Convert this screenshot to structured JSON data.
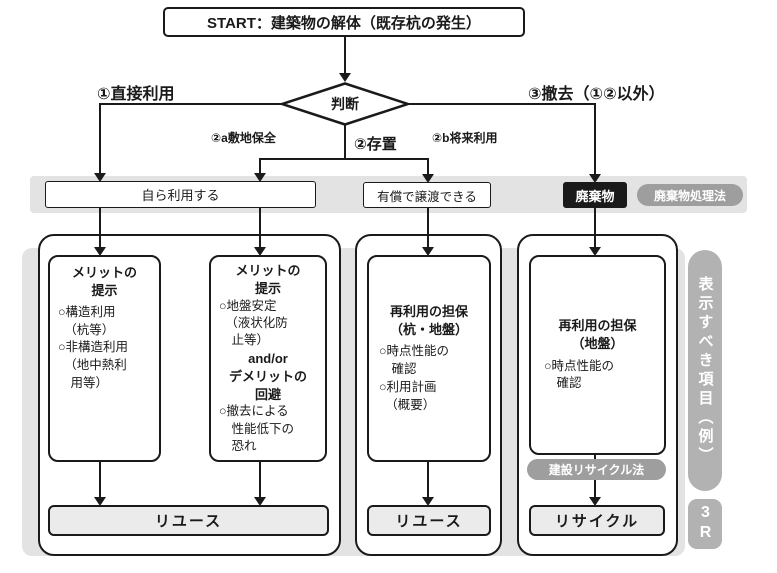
{
  "colors": {
    "ink": "#1a1a1a",
    "bg_gray": "#e3e3e3",
    "pill_gray": "#9e9e9e",
    "strip_gray": "#b2b2b2",
    "result_fill": "#ebebeb"
  },
  "flow": {
    "start": "START：建築物の解体（既存杭の発生）",
    "decision": "判断",
    "branch1": "①直接利用",
    "branch2": "②存置",
    "branch2a": "②a敷地保全",
    "branch2b": "②b将来利用",
    "branch3": "③撤去（①②以外）"
  },
  "band": {
    "self_use": "自ら利用する",
    "transfer": "有償で譲渡できる",
    "waste": "廃棄物",
    "waste_law": "廃棄物処理法"
  },
  "left": {
    "box1": {
      "heading": "メリットの\n提示",
      "body": "○構造利用\n　（杭等）\n○非構造利用\n　（地中熱利\n　用等）"
    },
    "box2": {
      "heading": "メリットの\n提示",
      "body1": "○地盤安定\n　（液状化防\n　止等）",
      "andor": "and/or",
      "heading2": "デメリットの\n回避",
      "body2": "○撤去による\n　性能低下の\n　恐れ"
    },
    "result": "リユース"
  },
  "middle": {
    "box": {
      "heading": "再利用の担保\n（杭・地盤）",
      "body": "○時点性能の\n　確認\n○利用計画\n　（概要）"
    },
    "result": "リユース"
  },
  "right": {
    "box": {
      "heading": "再利用の担保\n（地盤）",
      "body": "○時点性能の\n　確認"
    },
    "law": "建設リサイクル法",
    "result": "リサイクル"
  },
  "side": {
    "label": "表示すべき項目（例）",
    "r3": "3R"
  }
}
